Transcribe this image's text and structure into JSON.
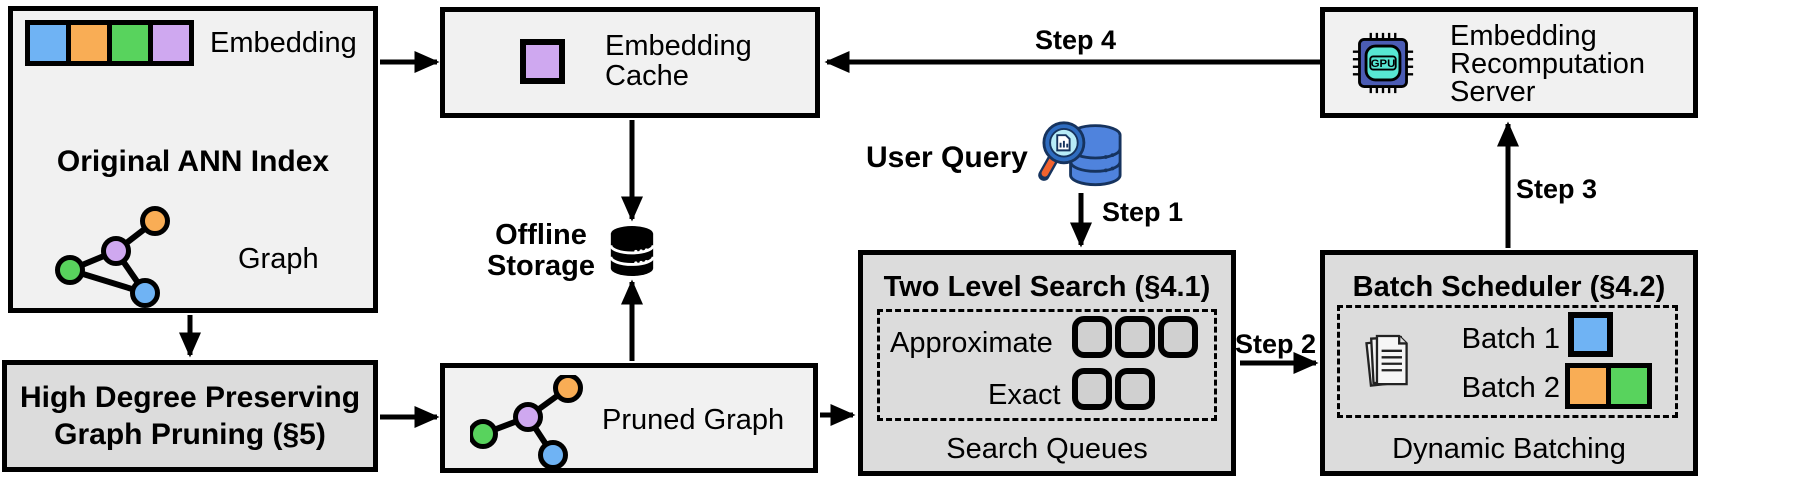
{
  "diagram": {
    "original_ann_index": {
      "title": "Original ANN Index",
      "embedding_label": "Embedding",
      "graph_label": "Graph",
      "embedding_colors": [
        "#6fb3f4",
        "#f9ad55",
        "#58d35d",
        "#cfa8f0"
      ]
    },
    "graph_pruning": {
      "line1": "High Degree Preserving",
      "line2": "Graph Pruning (§5)"
    },
    "embedding_cache": {
      "title": "Embedding Cache"
    },
    "offline_storage": {
      "line1": "Offline",
      "line2": "Storage"
    },
    "pruned_graph": {
      "label": "Pruned Graph"
    },
    "user_query": {
      "label": "User Query"
    },
    "two_level_search": {
      "title": "Two Level Search (§4.1)",
      "approximate_label": "Approximate",
      "exact_label": "Exact",
      "footer": "Search Queues",
      "approximate_queue_count": 3,
      "exact_queue_count": 2
    },
    "batch_scheduler": {
      "title": "Batch Scheduler (§4.2)",
      "batch1_label": "Batch 1",
      "batch2_label": "Batch 2",
      "footer": "Dynamic Batching",
      "batch1_colors": [
        "#6fb3f4"
      ],
      "batch2_colors": [
        "#f9ad55",
        "#58d35d"
      ]
    },
    "recomputation_server": {
      "title": "Embedding Recomputation Server",
      "gpu_chip_label": "GPU"
    },
    "steps": {
      "step1": "Step 1",
      "step2": "Step 2",
      "step3": "Step 3",
      "step4": "Step 4"
    },
    "colors": {
      "box_light": "#f1f1f1",
      "box_dark": "#dcdcdc",
      "outline": "#000000",
      "node_blue": "#6fb3f4",
      "node_orange": "#f9ad55",
      "node_green": "#58d35d",
      "node_purple": "#cfa8f0"
    }
  }
}
